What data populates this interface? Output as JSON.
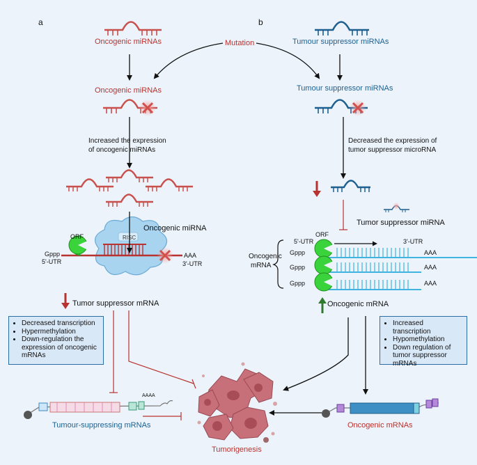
{
  "panels": {
    "a": "a",
    "b": "b"
  },
  "mutation": "Mutation",
  "left": {
    "title_top": "Oncogenic miRNAs",
    "title_mid": "Oncogenic miRNAs",
    "increased_text": [
      "Increased the expression",
      "of oncogenic miRNAs"
    ],
    "oncogenic_mirna": "Oncogenic miRNA",
    "orf": "ORF",
    "risc": "RISC",
    "gppp": "Gppp",
    "utr5": "5'-UTR",
    "aaa": "AAA",
    "utr3": "3'-UTR",
    "tumor_suppressor_mrna": "Tumor suppressor mRNA",
    "box_items": [
      "Decreased transcription",
      "Hypermethylation",
      "Down-regulation the expression of oncogenic mRNAs"
    ],
    "bottom_label": "Tumour-suppressing mRNAs",
    "aaaa": "AAAA"
  },
  "right": {
    "title_top": "Tumour suppressor miRNAs",
    "title_mid": "Tumour suppressor miRNAs",
    "decreased_text": [
      "Decreased the expression of",
      "tumor suppressor microRNA"
    ],
    "tumor_suppressor_mirna": "Tumor suppressor miRNA",
    "utr5": "5'-UTR",
    "orf": "ORF",
    "utr3": "3'-UTR",
    "gppp": [
      "Gppp",
      "Gppp",
      "Gppp"
    ],
    "aaa": [
      "AAA",
      "AAA",
      "AAA"
    ],
    "oncogenic_mrna_side": [
      "Oncogenic",
      "mRNA"
    ],
    "oncogenic_mrna": "Oncogenic mRNA",
    "box_items": [
      "Increased transcription",
      "Hypomethylation",
      "Down regulation of tumor suppressor mRNAs"
    ],
    "bottom_label": "Oncogenic mRNAs"
  },
  "center": {
    "tumorigenesis": "Tumorigenesis"
  },
  "colors": {
    "red": "#b8322f",
    "blue": "#1d5f8f",
    "bg": "#ecf3fa",
    "green": "#3bd33b",
    "box": "#d9e8f7"
  }
}
